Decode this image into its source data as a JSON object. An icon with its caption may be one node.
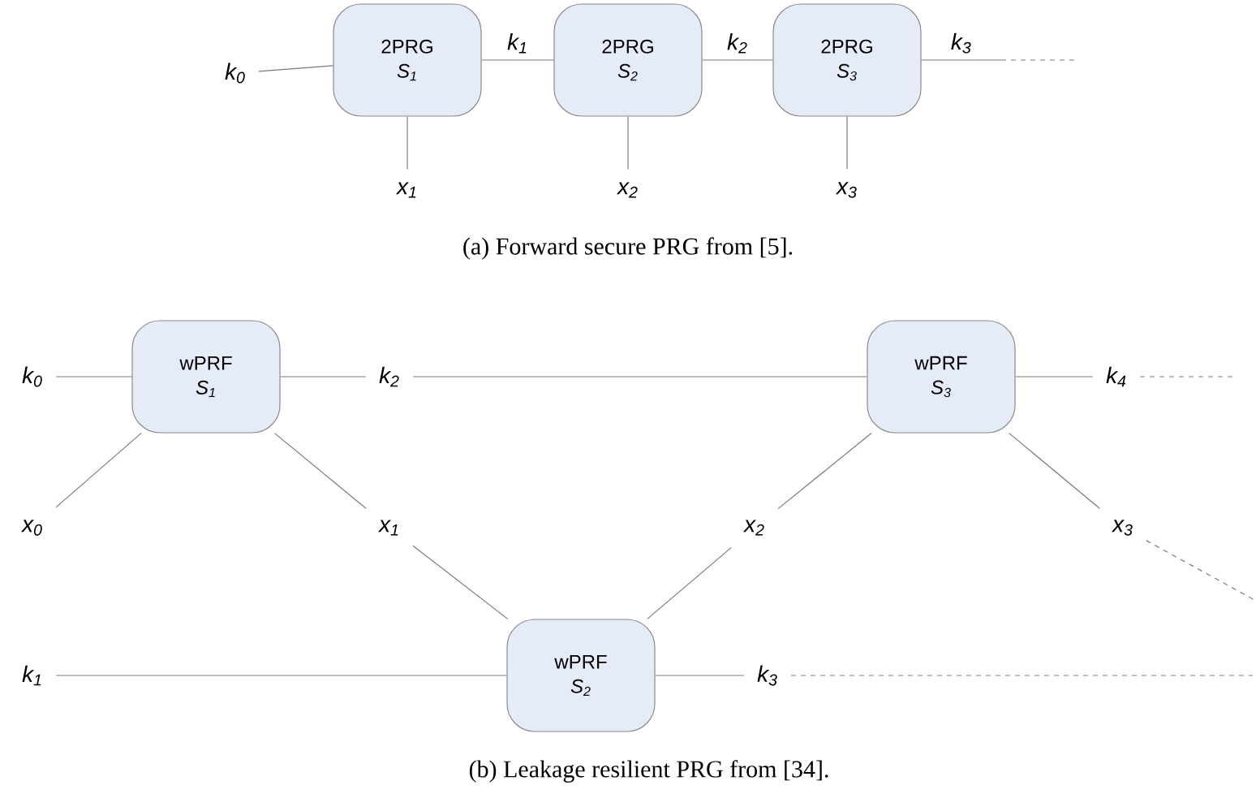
{
  "diagram": {
    "nodes": [
      {
        "text": [
          "k$_{0}$"
        ]
      },
      {
        "text": [
          "2PRG",
          "S$_{1}$"
        ]
      },
      {
        "text": [
          "2PRG",
          "S$_{2}$"
        ]
      },
      {
        "text": [
          "2PRG",
          "S$_{3}$"
        ]
      },
      {
        "text": [
          "x$_{1}$"
        ]
      },
      {
        "text": [
          "x$_{2}$"
        ]
      },
      {
        "text": [
          "x$_{3}$"
        ]
      },
      {
        "text": [
          "k$_{0}$"
        ]
      },
      {
        "text": [
          "wPRF",
          "S$_{1}$"
        ]
      },
      {
        "text": [
          "k$_{2}$"
        ]
      },
      {
        "text": [
          "wPRF",
          "S$_{3}$"
        ]
      },
      {
        "text": [
          "k$_{4}$"
        ]
      },
      {
        "text": [
          "x$_{0}$"
        ]
      },
      {
        "text": [
          "x$_{1}$"
        ]
      },
      {
        "text": [
          "x$_{2}$"
        ]
      },
      {
        "text": [
          "x$_{3}$"
        ]
      },
      {
        "text": [
          "k$_{1}$"
        ]
      },
      {
        "text": [
          "wPRF",
          "S$_{2}$"
        ]
      },
      {
        "text": [
          "k$_{3}$"
        ]
      }
    ],
    "edges": [
      {
        "from": 0,
        "to": 1,
        "arrow": "none"
      },
      {
        "from": 1,
        "to": 2,
        "arrow": "none",
        "label": "k$_{1}$"
      },
      {
        "from": 2,
        "to": 3,
        "arrow": "none",
        "label": "k$_{2}$"
      },
      {
        "from": 3,
        "to": null,
        "arrow": "none",
        "label": "k$_{3}$"
      },
      {
        "from": 1,
        "to": 4,
        "arrow": "none"
      },
      {
        "from": 2,
        "to": 5,
        "arrow": "none"
      },
      {
        "from": 3,
        "to": 6,
        "arrow": "none"
      },
      {
        "from": 7,
        "to": 8,
        "arrow": "none"
      },
      {
        "from": 8,
        "to": 9,
        "arrow": "none"
      },
      {
        "from": 9,
        "to": 10,
        "arrow": "none"
      },
      {
        "from": 10,
        "to": 11,
        "arrow": "none"
      },
      {
        "from": 11,
        "to": null,
        "arrow": "none",
        "style": "dashed"
      },
      {
        "from": 8,
        "to": 12,
        "arrow": "none"
      },
      {
        "from": 8,
        "to": 13,
        "arrow": "none"
      },
      {
        "from": 10,
        "to": 14,
        "arrow": "none"
      },
      {
        "from": 10,
        "to": 15,
        "arrow": "none"
      },
      {
        "from": 15,
        "to": null,
        "arrow": "none",
        "style": "dashed"
      },
      {
        "from": 13,
        "to": 17,
        "arrow": "none"
      },
      {
        "from": 14,
        "to": 17,
        "arrow": "none"
      },
      {
        "from": 16,
        "to": 17,
        "arrow": "none"
      },
      {
        "from": 17,
        "to": 18,
        "arrow": "none"
      },
      {
        "from": 18,
        "to": null,
        "arrow": "none",
        "style": "dashed"
      }
    ],
    "labels": [
      "(a) Forward secure PRG from [5].",
      "(b) Leakage resilient PRG from [34]."
    ]
  }
}
